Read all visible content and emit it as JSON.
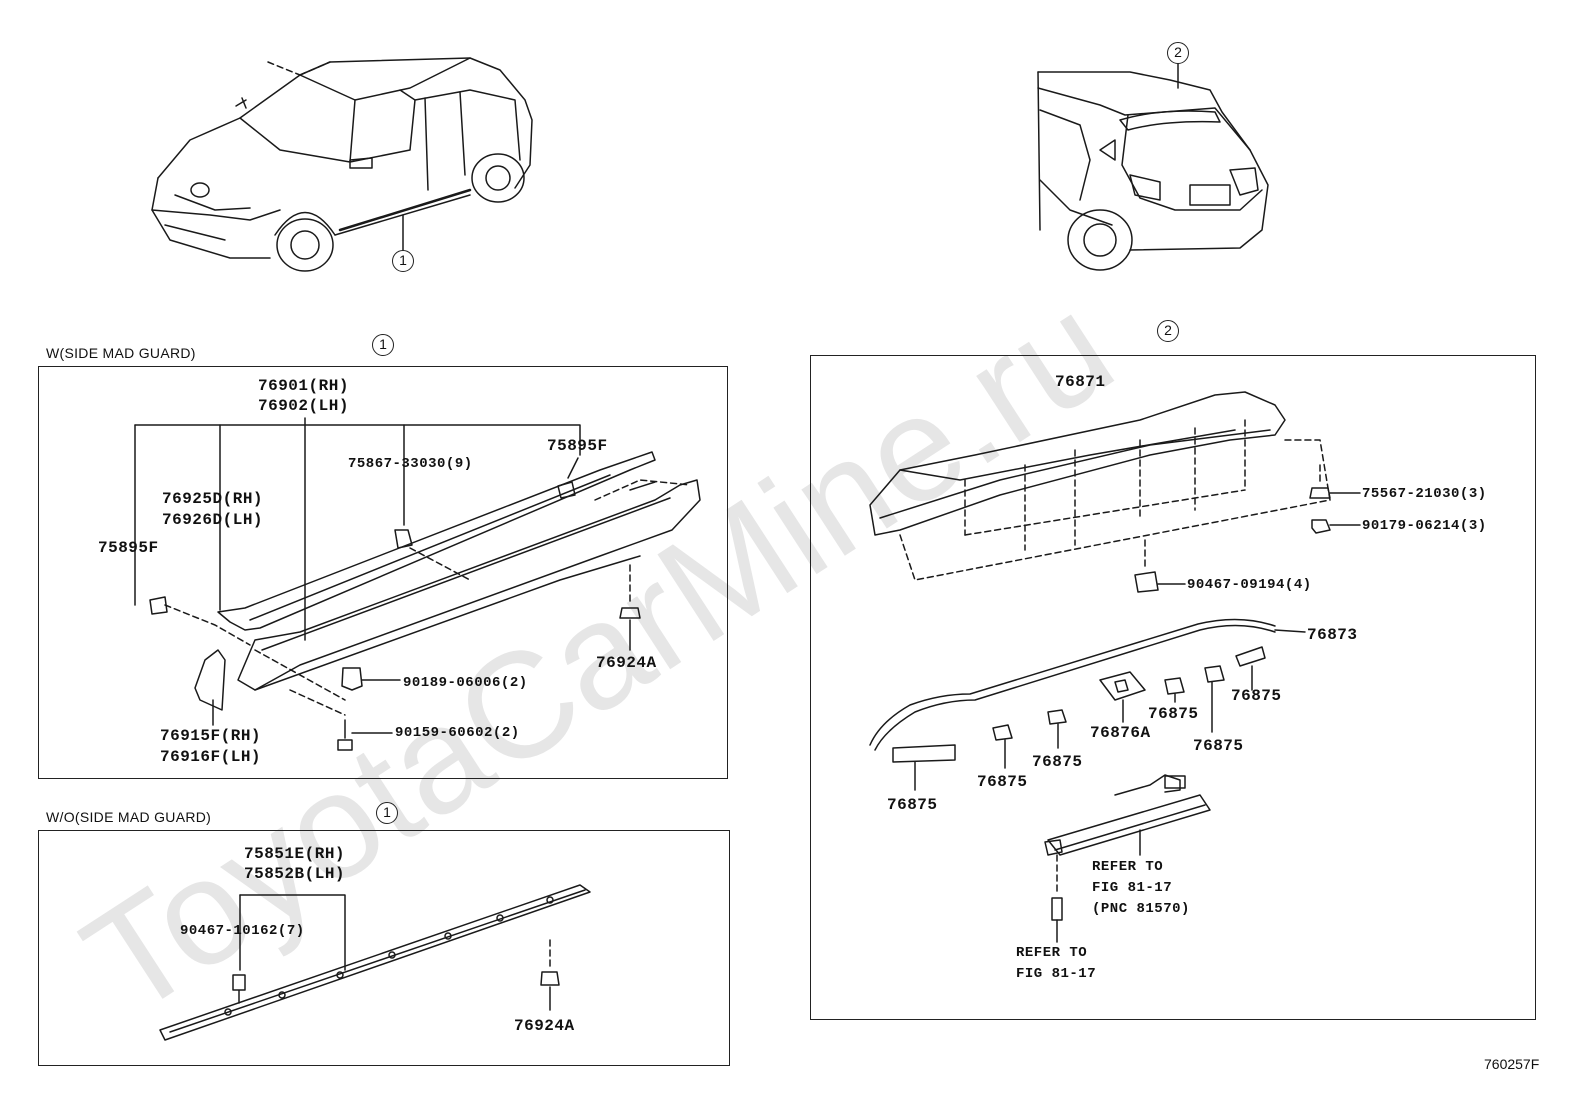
{
  "watermark": "ToyotaCarMine.ru",
  "figure_code": "760257F",
  "sections": {
    "with_guard": {
      "title": "W(SIDE MAD GUARD)",
      "callout": "1"
    },
    "without_guard": {
      "title": "W/O(SIDE MAD GUARD)",
      "callout": "1"
    },
    "spoiler": {
      "callout": "2"
    }
  },
  "overview": {
    "front_callout": "1",
    "rear_callout": "2"
  },
  "parts_with_guard": {
    "p76901": "76901(RH)",
    "p76902": "76902(LH)",
    "p75867": "75867-33030(9)",
    "p75895f_right": "75895F",
    "p76925d": "76925D(RH)",
    "p76926d": "76926D(LH)",
    "p75895f_left": "75895F",
    "p90189": "90189-06006(2)",
    "p76924a": "76924A",
    "p90159": "90159-60602(2)",
    "p76915f": "76915F(RH)",
    "p76916f": "76916F(LH)"
  },
  "parts_without_guard": {
    "p75851e": "75851E(RH)",
    "p75852b": "75852B(LH)",
    "p90467": "90467-10162(7)",
    "p76924a": "76924A"
  },
  "parts_spoiler": {
    "p76871": "76871",
    "p75567": "75567-21030(3)",
    "p90179": "90179-06214(3)",
    "p90467": "90467-09194(4)",
    "p76873": "76873",
    "p76875_a": "76875",
    "p76875_b": "76875",
    "p76876a": "76876A",
    "p76875_c": "76875",
    "p76875_d": "76875",
    "p76875_e": "76875",
    "p76875_f": "76875",
    "refer1_l1": "REFER TO",
    "refer1_l2": "FIG 81-17",
    "refer1_l3": "(PNC 81570)",
    "refer2_l1": "REFER TO",
    "refer2_l2": "FIG 81-17"
  }
}
